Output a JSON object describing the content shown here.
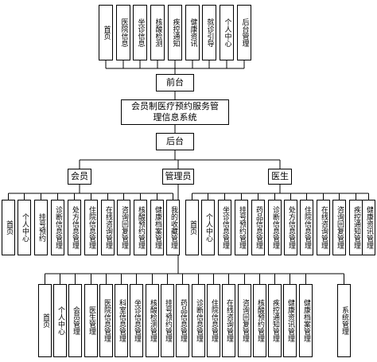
{
  "top_modules": [
    "首页",
    "医院信息",
    "坐诊信息",
    "核酸检测",
    "疾控通知",
    "健康资讯",
    "就诊引导",
    "个人中心",
    "后台管理"
  ],
  "frontend": "前台",
  "system": "会员制医疗预约服务管理信息系统",
  "backend": "后台",
  "roles": {
    "member": "会员",
    "admin": "管理员",
    "doctor": "医生"
  },
  "member_modules": [
    "首页",
    "个人中心",
    "挂号预约",
    "诊断信息管理",
    "处方信息管理",
    "住院信息管理",
    "在线咨询管理",
    "咨询回复管理",
    "核酸预约管理",
    "健康档案管理",
    "我的收藏管理"
  ],
  "doctor_modules": [
    "首页",
    "个人中心",
    "坐诊信息管理",
    "挂号预约管理",
    "药品信息管理",
    "诊断信息管理",
    "处方信息管理",
    "住院信息管理",
    "在线咨询管理",
    "咨询回复管理",
    "疾控通知管理",
    "健康资讯管理"
  ],
  "admin_modules": [
    "首页",
    "个人中心",
    "会员管理",
    "医生管理",
    "医院信息管理",
    "科室信息管理",
    "坐诊信息管理",
    "核酸检测管理",
    "挂号预约管理",
    "药品信息管理",
    "诊断信息管理",
    "住院信息管理",
    "在线咨询管理",
    "咨询回复管理",
    "核酸预约管理",
    "疾控通知管理",
    "健康资讯管理",
    "健康档案管理",
    "系统管理"
  ]
}
